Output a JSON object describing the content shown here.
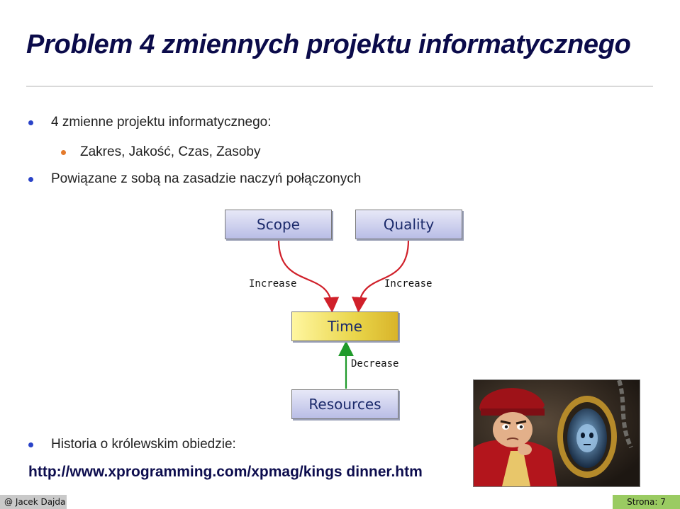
{
  "title": "Problem 4 zmiennych projektu informatycznego",
  "bullets": {
    "b1": "4 zmienne projektu informatycznego:",
    "b1_sub": "Zakres, Jakość, Czas, Zasoby",
    "b2": "Powiązane z sobą na zasadzie naczyń połączonych",
    "b3": "Historia o królewskim obiedzie:"
  },
  "diagram": {
    "scope": "Scope",
    "quality": "Quality",
    "time": "Time",
    "resources": "Resources",
    "increase_left": "Increase",
    "increase_right": "Increase",
    "decrease": "Decrease"
  },
  "link": "http://www.xprogramming.com/xpmag/kings dinner.htm",
  "footer": {
    "author": "@ Jacek Dajda",
    "page": "Strona: 7"
  },
  "colors": {
    "red_arrow": "#d0202a",
    "green_arrow": "#1f9a2a",
    "title": "#0b0b4a"
  }
}
